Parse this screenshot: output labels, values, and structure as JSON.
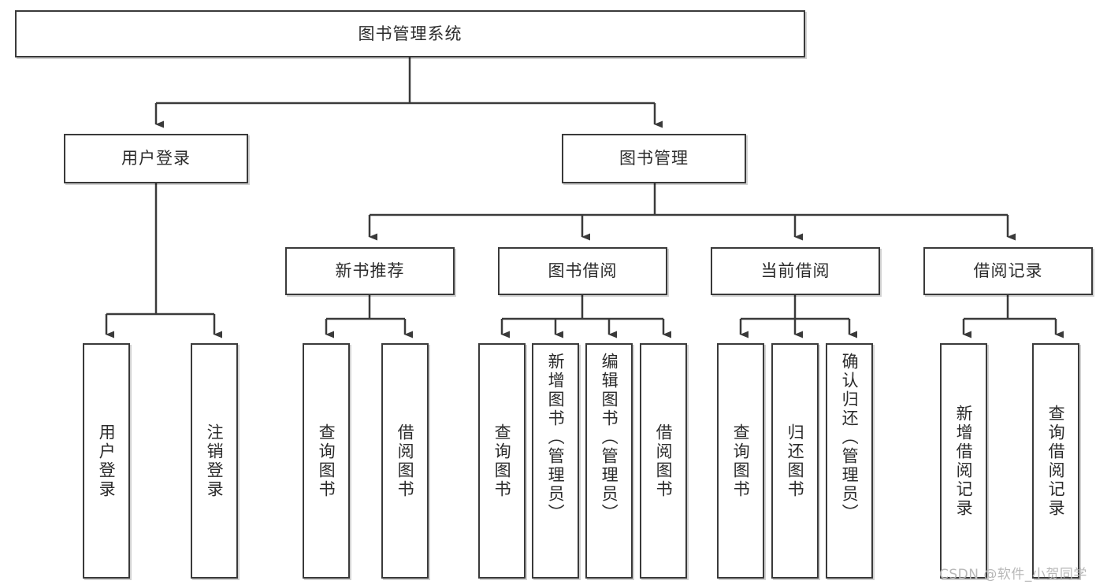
{
  "diagram": {
    "type": "tree-hierarchy-diagram",
    "title": "图书管理系统",
    "root": {
      "id": "root",
      "label": "图书管理系统",
      "orientation": "horizontal"
    },
    "level2": [
      {
        "id": "user-login",
        "label": "用户登录",
        "orientation": "horizontal"
      },
      {
        "id": "book-manage",
        "label": "图书管理",
        "orientation": "horizontal"
      }
    ],
    "level3": [
      {
        "id": "new-book-recommend",
        "label": "新书推荐",
        "orientation": "horizontal",
        "parent": "book-manage"
      },
      {
        "id": "book-borrow",
        "label": "图书借阅",
        "orientation": "horizontal",
        "parent": "book-manage"
      },
      {
        "id": "current-borrow",
        "label": "当前借阅",
        "orientation": "horizontal",
        "parent": "book-manage"
      },
      {
        "id": "borrow-record",
        "label": "借阅记录",
        "orientation": "horizontal",
        "parent": "book-manage"
      }
    ],
    "leaves": [
      {
        "id": "leaf-user-login",
        "label": "用户登录",
        "parent": "user-login",
        "orientation": "vertical"
      },
      {
        "id": "leaf-logout-login",
        "label": "注销登录",
        "parent": "user-login",
        "orientation": "vertical"
      },
      {
        "id": "leaf-query-book-1",
        "label": "查询图书",
        "parent": "new-book-recommend",
        "orientation": "vertical"
      },
      {
        "id": "leaf-borrow-book-1",
        "label": "借阅图书",
        "parent": "new-book-recommend",
        "orientation": "vertical"
      },
      {
        "id": "leaf-query-book-2",
        "label": "查询图书",
        "parent": "book-borrow",
        "orientation": "vertical"
      },
      {
        "id": "leaf-add-book",
        "label": "新增图书（管理员）",
        "parent": "book-borrow",
        "orientation": "vertical"
      },
      {
        "id": "leaf-edit-book",
        "label": "编辑图书（管理员）",
        "parent": "book-borrow",
        "orientation": "vertical"
      },
      {
        "id": "leaf-borrow-book-2",
        "label": "借阅图书",
        "parent": "book-borrow",
        "orientation": "vertical"
      },
      {
        "id": "leaf-query-book-3",
        "label": "查询图书",
        "parent": "current-borrow",
        "orientation": "vertical"
      },
      {
        "id": "leaf-return-book",
        "label": "归还图书",
        "parent": "current-borrow",
        "orientation": "vertical"
      },
      {
        "id": "leaf-confirm-return",
        "label": "确认归还（管理员）",
        "parent": "current-borrow",
        "orientation": "vertical"
      },
      {
        "id": "leaf-add-record",
        "label": "新增借阅记录",
        "parent": "borrow-record",
        "orientation": "vertical"
      },
      {
        "id": "leaf-query-record",
        "label": "查询借阅记录",
        "parent": "borrow-record",
        "orientation": "vertical"
      }
    ]
  },
  "watermark": {
    "text": "CSDN @软件_小贺同学"
  },
  "colors": {
    "stroke": "#3a3a3a",
    "text": "#2b2b2b",
    "background": "#ffffff",
    "watermark": "#b8b8b8"
  }
}
